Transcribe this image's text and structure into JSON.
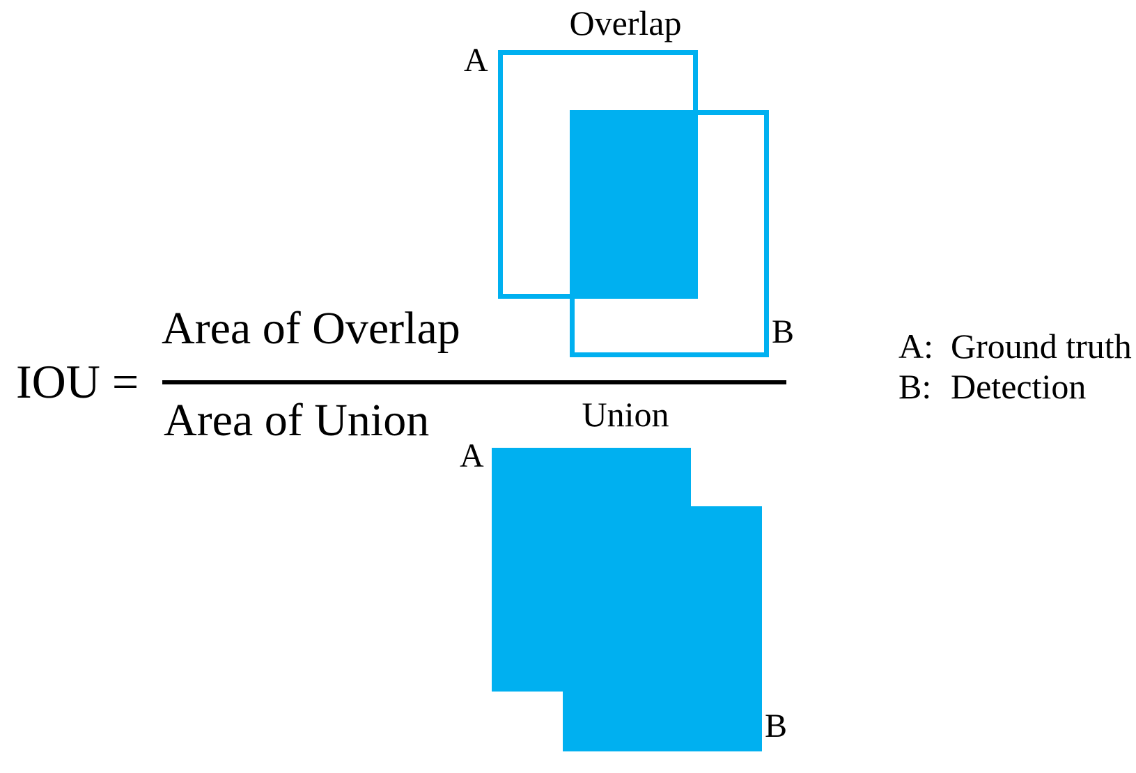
{
  "formula": {
    "lhs": "IOU =",
    "numerator": "Area of Overlap",
    "denominator": "Area of Union"
  },
  "overlap_figure": {
    "title": "Overlap",
    "box_a_label": "A",
    "box_b_label": "B"
  },
  "union_figure": {
    "title": "Union",
    "box_a_label": "A",
    "box_b_label": "B"
  },
  "legend": {
    "items": [
      {
        "key": "A:",
        "value": "Ground truth"
      },
      {
        "key": "B:",
        "value": "Detection"
      }
    ]
  },
  "colors": {
    "shape": "#00B0F0",
    "text": "#000000",
    "background": "#FFFFFF",
    "fraction_bar": "#000000"
  }
}
